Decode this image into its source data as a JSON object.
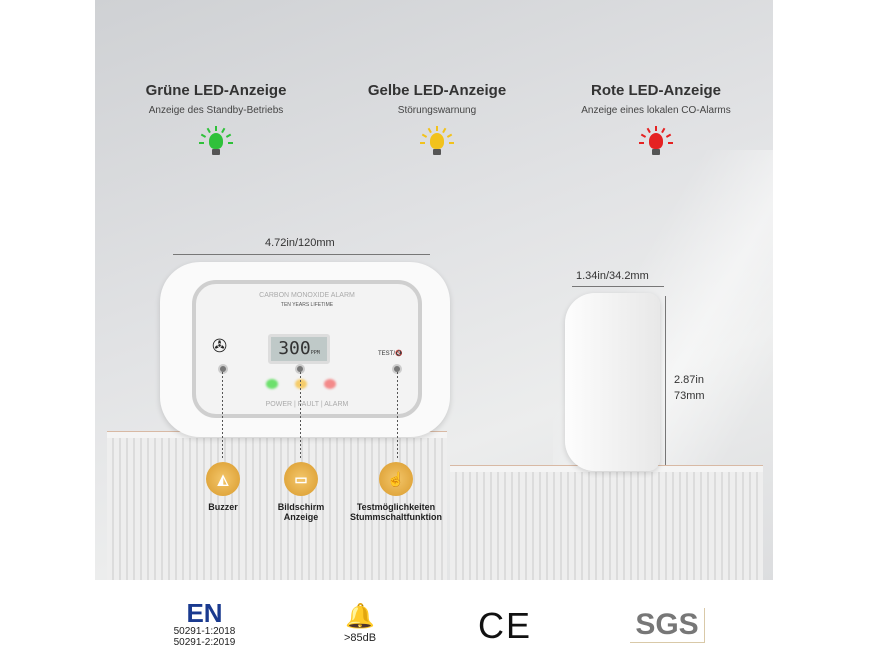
{
  "leds": [
    {
      "title": "Grüne LED-Anzeige",
      "subtitle": "Anzeige des Standby-Betriebs",
      "color": "#2fc13a"
    },
    {
      "title": "Gelbe LED-Anzeige",
      "subtitle": "Störungswarnung",
      "color": "#f2c21c"
    },
    {
      "title": "Rote LED-Anzeige",
      "subtitle": "Anzeige eines lokalen CO-Alarms",
      "color": "#e52222"
    }
  ],
  "dimensions": {
    "width": "4.72in/120mm",
    "depth": "1.34in/34.2mm",
    "height_in": "2.87in",
    "height_mm": "73mm"
  },
  "device": {
    "title": "CARBON MONOXIDE ALARM",
    "subtitle": "TEN YEARS LIFETIME",
    "display": "300",
    "unit": "PPM",
    "legend": "POWER | FAULT | ALARM",
    "test": "TEST/🔇"
  },
  "features": [
    {
      "label": "Buzzer",
      "icon": "buzzer-icon"
    },
    {
      "label": "Bildschirm Anzeige",
      "icon": "display-icon"
    },
    {
      "label": "Testmöglichkeiten Stummschaltfunktion",
      "icon": "hand-press-icon"
    }
  ],
  "certs": {
    "en": "EN",
    "en_std1": "50291-1:2018",
    "en_std2": "50291-2:2019",
    "db": ">85dB",
    "ce": "CE",
    "sgs": "SGS"
  }
}
